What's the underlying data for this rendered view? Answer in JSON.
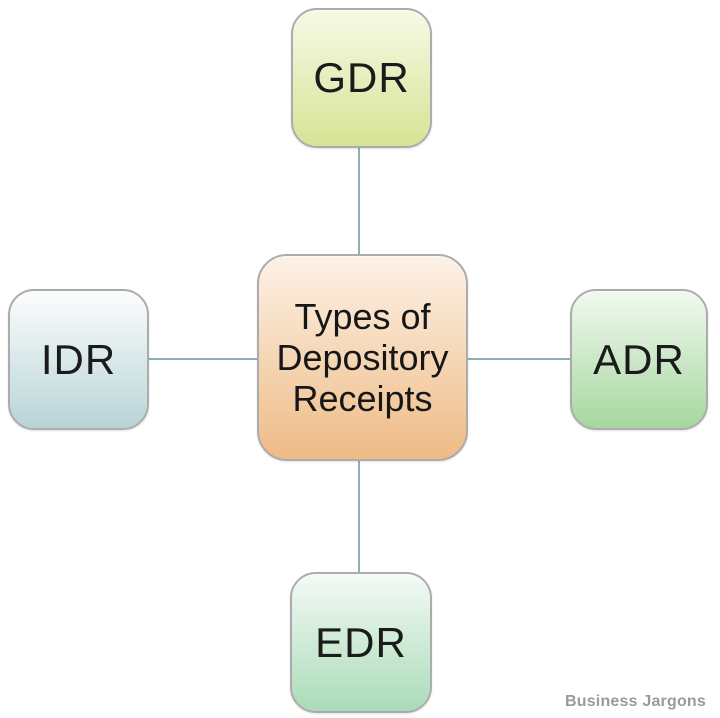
{
  "diagram": {
    "title": "Types of Depository Receipts",
    "center": {
      "label": "Types of Depository Receipts",
      "lines": [
        "Types of",
        "Depository",
        "Receipts"
      ],
      "gradient": {
        "top": "#fdf2e7",
        "bottom": "#eebb85"
      }
    },
    "nodes": [
      {
        "id": "gdr",
        "label": "GDR",
        "position": "top",
        "gradient": {
          "top": "#f7f9e6",
          "bottom": "#d7e395"
        }
      },
      {
        "id": "adr",
        "label": "ADR",
        "position": "right",
        "gradient": {
          "top": "#f1f9f0",
          "bottom": "#a6d79f"
        }
      },
      {
        "id": "edr",
        "label": "EDR",
        "position": "bottom",
        "gradient": {
          "top": "#f3faf6",
          "bottom": "#abdbb8"
        }
      },
      {
        "id": "idr",
        "label": "IDR",
        "position": "left",
        "gradient": {
          "top": "#fcfdfd",
          "bottom": "#b8d4d7"
        }
      }
    ],
    "connector_color": "#8ab2b6",
    "border_color": "#acacac",
    "watermark": "Business Jargons"
  }
}
